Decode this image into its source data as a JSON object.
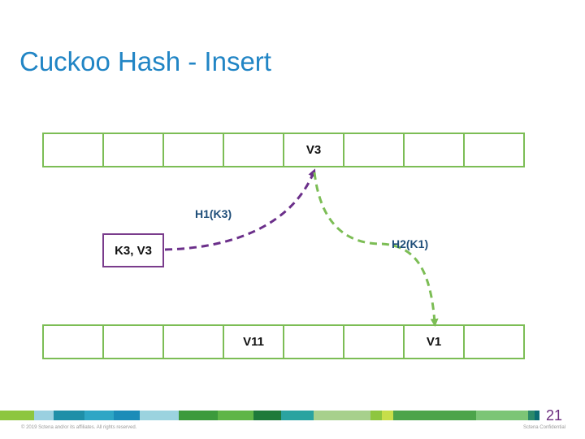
{
  "slide": {
    "title": "Cuckoo Hash - Insert",
    "page_number": "21"
  },
  "top_table": {
    "cells": [
      "",
      "",
      "",
      "",
      "V3",
      "",
      "",
      ""
    ]
  },
  "bottom_table": {
    "cells": [
      "",
      "",
      "",
      "V11",
      "",
      "",
      "V1",
      ""
    ]
  },
  "key_box": {
    "text": "K3, V3"
  },
  "arrows": {
    "h1_label": "H1(K3)",
    "h2_label": "H2(K1)",
    "h1_color": "#6b2f8a",
    "h2_color": "#7cbd55"
  },
  "footer": {
    "copyright": "© 2019 Sctena and/or its affiliates. All rights reserved.",
    "confidential": "Sctena Confidential",
    "band_colors": [
      "#8dc63f",
      "#9ad0e0",
      "#1f8fa8",
      "#2ea6c5",
      "#1b8cb8",
      "#9bd3df",
      "#3c9a3c",
      "#5fb547",
      "#1e7a3a",
      "#2aa3a0",
      "#a7d08c",
      "#8ec63f",
      "#c7de4a",
      "#4ca44a",
      "#7cc576",
      "#2a8a6a",
      "#6fc18a"
    ]
  }
}
